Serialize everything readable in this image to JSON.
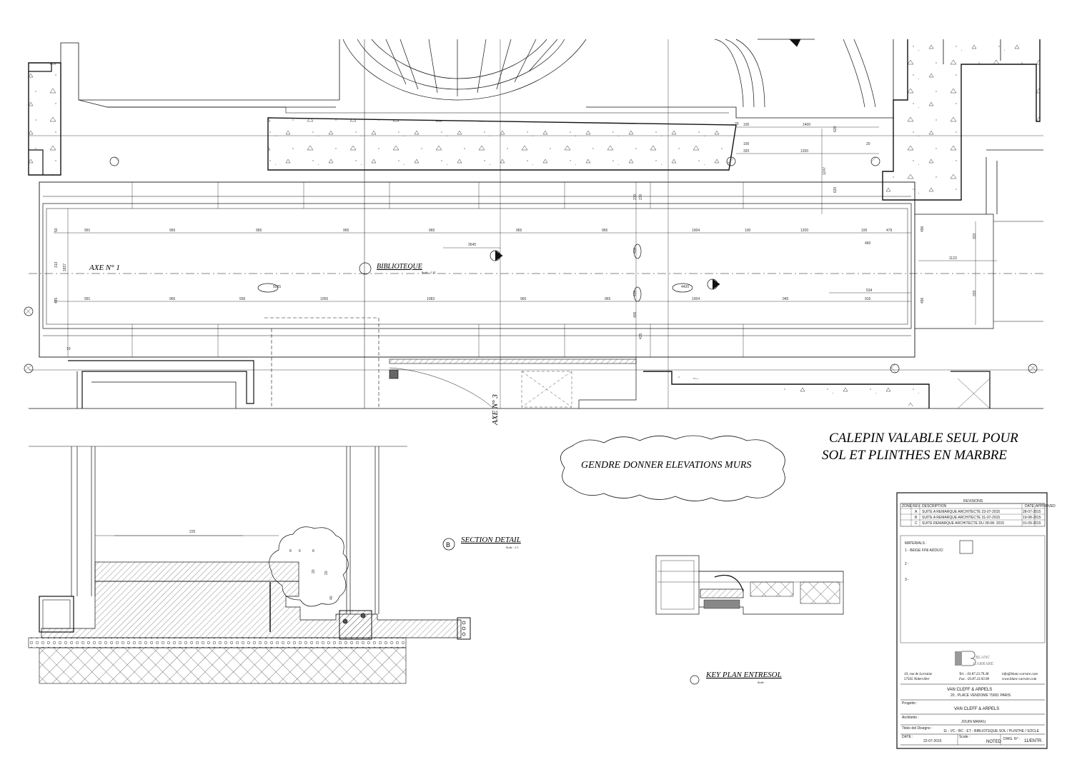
{
  "plan": {
    "axe1": "AXE N° 1",
    "axe3": "AXE N° 3",
    "section_title": "BIBLIOTEQUE",
    "section_scale": "Scale : 1:10",
    "dims_top": [
      "991",
      "965",
      "965",
      "965",
      "965",
      "965",
      "965",
      "1004",
      "100",
      "1200",
      "100",
      "479"
    ],
    "dims_bottom": [
      "991",
      "965",
      "556",
      "1056",
      "1083",
      "965",
      "965",
      "1004",
      "945",
      "915"
    ],
    "dims_misc": [
      "3645",
      "5025",
      "4420",
      "534",
      "1123",
      "333",
      "333",
      "460",
      "1400",
      "620",
      "100",
      "1200",
      "320",
      "20",
      "100",
      "20",
      "1247",
      "620",
      "270",
      "270",
      "400",
      "400",
      "435",
      "435",
      "50",
      "313",
      "485",
      "1837",
      "19",
      "496",
      "496"
    ]
  },
  "notes": {
    "calepin_line1": "CALEPIN VALABLE SEUL POUR",
    "calepin_line2": "SOL ET PLINTHES EN  MARBRE",
    "cloud": "GENDRE DONNER ELEVATIONS MURS"
  },
  "section_detail": {
    "marker": "B",
    "title": "SECTION DETAIL",
    "scale": "Scale : 1:1",
    "dims": [
      "225",
      "8",
      "6",
      "20",
      "8",
      "20",
      "40"
    ]
  },
  "key_plan": {
    "title": "KEY PLAN ENTRESOL",
    "scale": "Scale"
  },
  "title_block": {
    "revisions_label": "REVISIONS",
    "rev_headers": [
      "ZONE",
      "REV",
      "DESCRIPTION",
      "DATE",
      "APPROVED"
    ],
    "revisions": [
      {
        "rev": "A",
        "desc": "SUITE A REMARQUE ARCHITECTE 23-07-2015",
        "date": "28-07-2015"
      },
      {
        "rev": "B",
        "desc": "SUITE A REMARQUE ARCHITECTE 31-07-2015",
        "date": "19-08-2015"
      },
      {
        "rev": "C",
        "desc": "SUITE REMARQUE ARCHITECTE  DU 28-08- 2015",
        "date": "01-09-2015"
      }
    ],
    "materials_label": "MATERIALS :",
    "materials": [
      "1 - BEIGE FINI ADDUCI",
      "2 -",
      "3 -"
    ],
    "logo_line1": "BLANC",
    "logo_line2": "CARRARE",
    "address1": "10, rue de Lorraine",
    "address2": "57565 Niderviller",
    "tel": "Tel. : 03.87.23.79.38",
    "fax": "Fax : 03.87.23.93.90",
    "email": "info@blanc-carrare.com",
    "web": "www.blanc-carrare.com",
    "client": "VAN CLEFF & ARPELS",
    "client_address": "20 , PLACE VENDOME  75001 PARIS",
    "progetto_label": "Progetto :",
    "progetto": "VAN CLEFF & ARPELS",
    "architetto_label": "Architetto :",
    "architetto": "JOUIN MANKU",
    "titolo_label": "Titolo del Disegno :",
    "titolo": "11 - VC - BC - ET - BIBLIOTEQUE SOL / PLINTHE / SOCLE",
    "date_label": "DATE :",
    "date": "22-07-2015",
    "scale_label": "Scale :",
    "scale": "NOTED",
    "dwg_label": "DWG. N° :",
    "dwg": "11/ENTR."
  }
}
